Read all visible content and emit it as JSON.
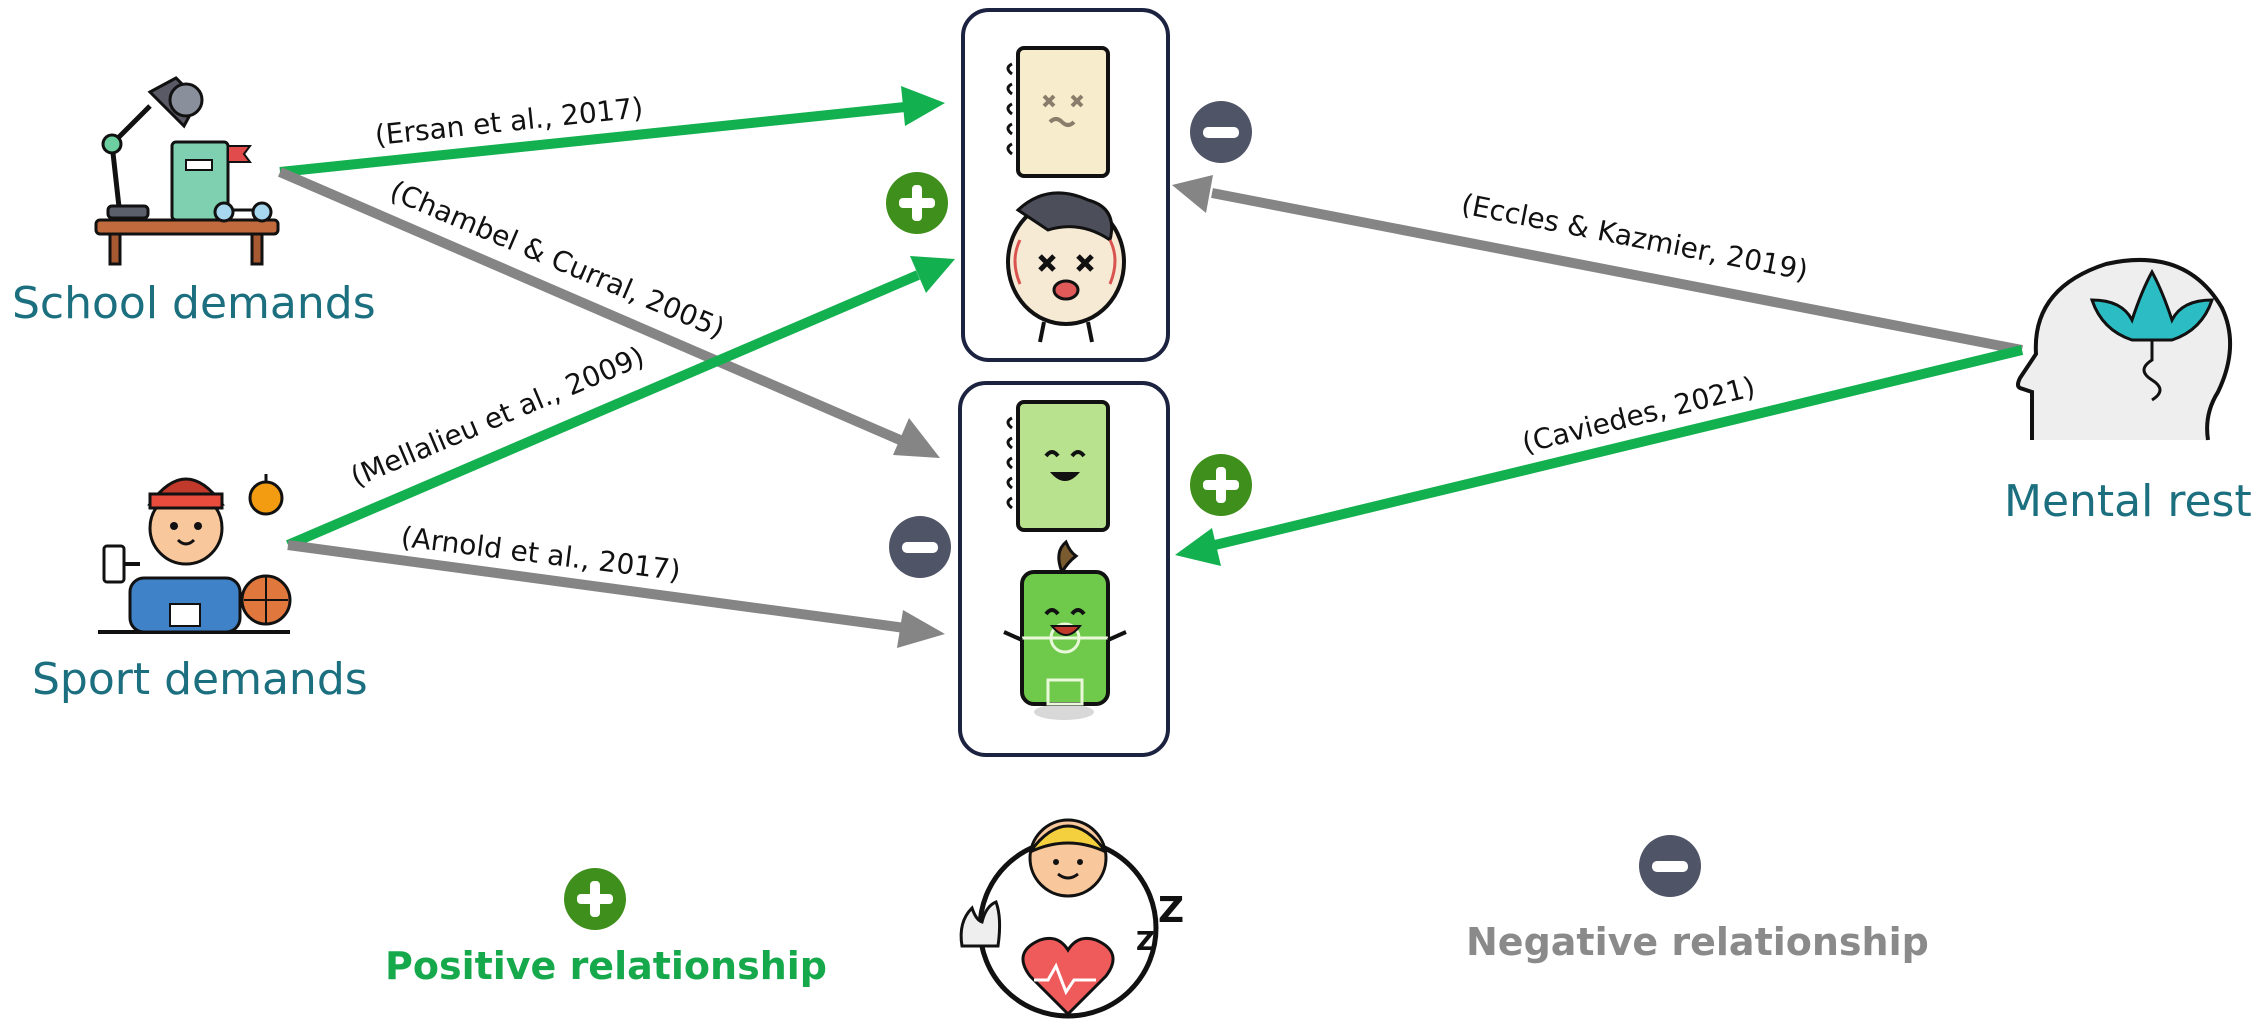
{
  "colors": {
    "positive": "#12b04f",
    "negative": "#858585",
    "node_text": "#1b6f7f",
    "sign_positive": "#3f8f1d",
    "sign_negative": "#4f5467",
    "box_border": "#1c2340"
  },
  "nodes": {
    "school": {
      "label": "School demands",
      "icon": "desk-lamp-books-icon"
    },
    "sport": {
      "label": "Sport demands",
      "icon": "athlete-icon"
    },
    "mental": {
      "label": "Mental rest",
      "icon": "head-lotus-icon"
    }
  },
  "outcomes": {
    "negative_box": {
      "icons": [
        "sad-notebook-icon",
        "sad-ball-icon"
      ]
    },
    "positive_box": {
      "icons": [
        "happy-notebook-icon",
        "happy-field-icon"
      ]
    }
  },
  "relationships": [
    {
      "citation": "(Ersan et al., 2017)",
      "type": "positive"
    },
    {
      "citation": "(Chambel & Curral, 2005)",
      "type": "negative"
    },
    {
      "citation": "(Mellalieu et al., 2009)",
      "type": "positive"
    },
    {
      "citation": "(Arnold et al., 2017)",
      "type": "negative"
    },
    {
      "citation": "(Eccles & Kazmier, 2019)",
      "type": "negative"
    },
    {
      "citation": "(Caviedes, 2021)",
      "type": "positive"
    }
  ],
  "legend": {
    "positive_label": "Positive relationship",
    "negative_label": "Negative relationship",
    "center_icon": "wellbeing-cycle-icon"
  }
}
